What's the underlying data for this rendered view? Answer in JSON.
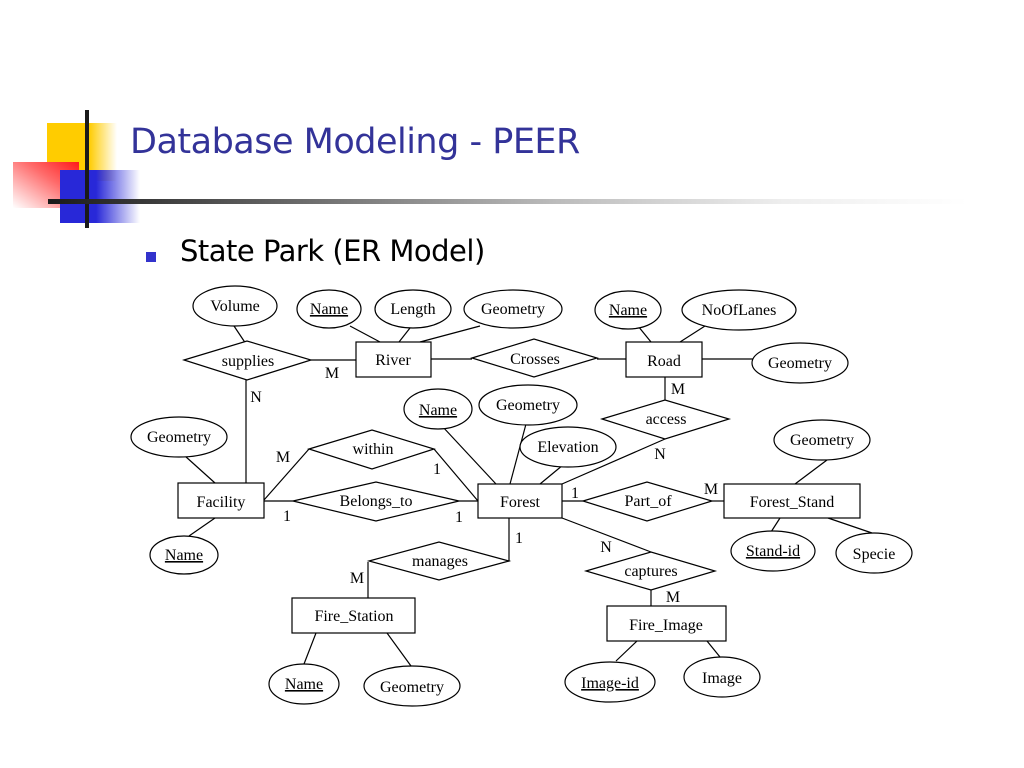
{
  "slide": {
    "title": "Database Modeling - PEER",
    "bullet": "State Park (ER Model)",
    "colors": {
      "title": "#333399",
      "bullet": "#3333cc",
      "deco_yellow": "#ffcc00",
      "deco_red": "#ff1a1a",
      "deco_blue": "#2828d8"
    }
  },
  "diagram": {
    "entities": [
      {
        "id": "river",
        "label": "River"
      },
      {
        "id": "road",
        "label": "Road"
      },
      {
        "id": "facility",
        "label": "Facility"
      },
      {
        "id": "forest",
        "label": "Forest"
      },
      {
        "id": "forest_stand",
        "label": "Forest_Stand"
      },
      {
        "id": "fire_station",
        "label": "Fire_Station"
      },
      {
        "id": "fire_image",
        "label": "Fire_Image"
      }
    ],
    "relationships": [
      {
        "id": "supplies",
        "label": "supplies"
      },
      {
        "id": "crosses",
        "label": "Crosses"
      },
      {
        "id": "access",
        "label": "access"
      },
      {
        "id": "within",
        "label": "within"
      },
      {
        "id": "belongs_to",
        "label": "Belongs_to"
      },
      {
        "id": "part_of",
        "label": "Part_of"
      },
      {
        "id": "manages",
        "label": "manages"
      },
      {
        "id": "captures",
        "label": "captures"
      }
    ],
    "attributes": [
      {
        "id": "supplies_volume",
        "label": "Volume",
        "key": false,
        "of": "supplies"
      },
      {
        "id": "river_name",
        "label": "Name",
        "key": true,
        "of": "River"
      },
      {
        "id": "river_length",
        "label": "Length",
        "key": false,
        "of": "River"
      },
      {
        "id": "river_geometry",
        "label": "Geometry",
        "key": false,
        "of": "River"
      },
      {
        "id": "road_name",
        "label": "Name",
        "key": true,
        "of": "Road"
      },
      {
        "id": "road_lanes",
        "label": "NoOfLanes",
        "key": false,
        "of": "Road"
      },
      {
        "id": "road_geometry",
        "label": "Geometry",
        "key": false,
        "of": "Road"
      },
      {
        "id": "facility_geometry",
        "label": "Geometry",
        "key": false,
        "of": "Facility"
      },
      {
        "id": "facility_name",
        "label": "Name",
        "key": true,
        "of": "Facility"
      },
      {
        "id": "forest_name",
        "label": "Name",
        "key": true,
        "of": "Forest"
      },
      {
        "id": "forest_geometry",
        "label": "Geometry",
        "key": false,
        "of": "Forest"
      },
      {
        "id": "forest_elevation",
        "label": "Elevation",
        "key": false,
        "of": "Forest"
      },
      {
        "id": "stand_geometry",
        "label": "Geometry",
        "key": false,
        "of": "Forest_Stand"
      },
      {
        "id": "stand_id",
        "label": "Stand-id",
        "key": true,
        "of": "Forest_Stand"
      },
      {
        "id": "stand_specie",
        "label": "Specie",
        "key": false,
        "of": "Forest_Stand"
      },
      {
        "id": "station_name",
        "label": "Name",
        "key": true,
        "of": "Fire_Station"
      },
      {
        "id": "station_geometry",
        "label": "Geometry",
        "key": false,
        "of": "Fire_Station"
      },
      {
        "id": "image_id",
        "label": "Image-id",
        "key": true,
        "of": "Fire_Image"
      },
      {
        "id": "image_image",
        "label": "Image",
        "key": false,
        "of": "Fire_Image"
      }
    ],
    "cardinalities": {
      "supplies_river": "M",
      "supplies_facility": "N",
      "access_road": "M",
      "access_forest": "N",
      "within_facility": "M",
      "within_forest": "1",
      "belongs_facility": "1",
      "belongs_forest": "1",
      "partof_forest": "1",
      "partof_stand": "M",
      "manages_forest": "1",
      "manages_station": "M",
      "captures_forest": "N",
      "captures_image": "M"
    }
  }
}
